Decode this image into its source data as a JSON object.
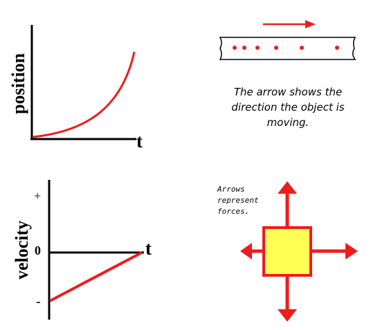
{
  "position_graph": {
    "y_label": "position",
    "x_label": "t"
  },
  "motion_diagram": {
    "caption_lines": [
      "The arrow shows the",
      "direction the object is",
      "moving."
    ],
    "colors": {
      "dots": "#ee1c1c",
      "arrow": "#ee1c1c"
    }
  },
  "velocity_graph": {
    "y_label": "velocity",
    "x_label": "t",
    "tick_plus": "+",
    "tick_zero": "0",
    "tick_minus": "-"
  },
  "force_diagram": {
    "note_lines": [
      "Arrows",
      "represent",
      "forces."
    ],
    "colors": {
      "box_fill": "#ffff55",
      "box_border": "#ee1c1c",
      "arrows": "#ee1c1c"
    }
  },
  "colors": {
    "curve": "#ee1c1c",
    "axis": "#000000"
  }
}
